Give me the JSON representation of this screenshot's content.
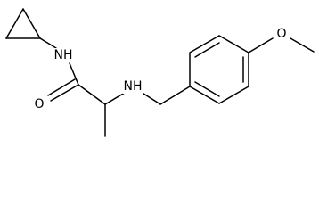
{
  "molecule": {
    "atoms": {
      "amide_nitrogen": "NH",
      "amine_nitrogen": "NH",
      "carbonyl_oxygen": "O",
      "ether_oxygen": "O"
    },
    "colors": {
      "bond": "#000000",
      "label": "#000000",
      "background": "#ffffff"
    }
  }
}
